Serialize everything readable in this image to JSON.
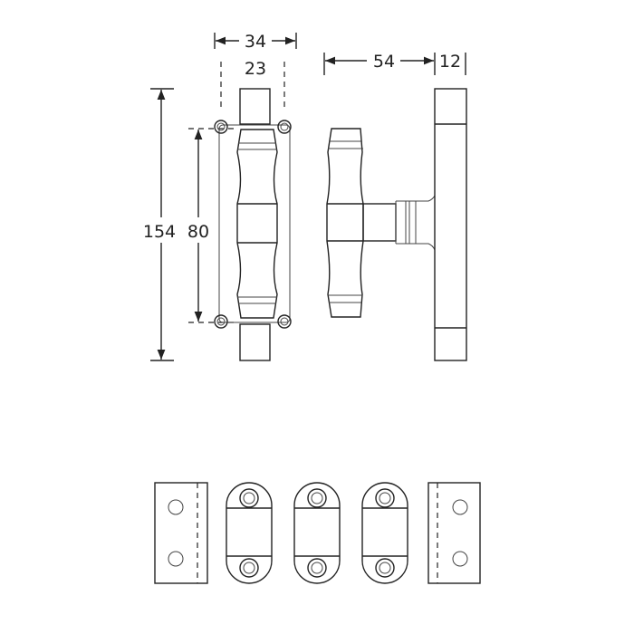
{
  "dimensions": {
    "overall_width": "34",
    "rod_width": "23",
    "overall_height": "154",
    "hole_spacing": "80",
    "projection": "54",
    "plate_thickness": "12"
  },
  "colors": {
    "line": "#222222",
    "background": "#ffffff"
  }
}
